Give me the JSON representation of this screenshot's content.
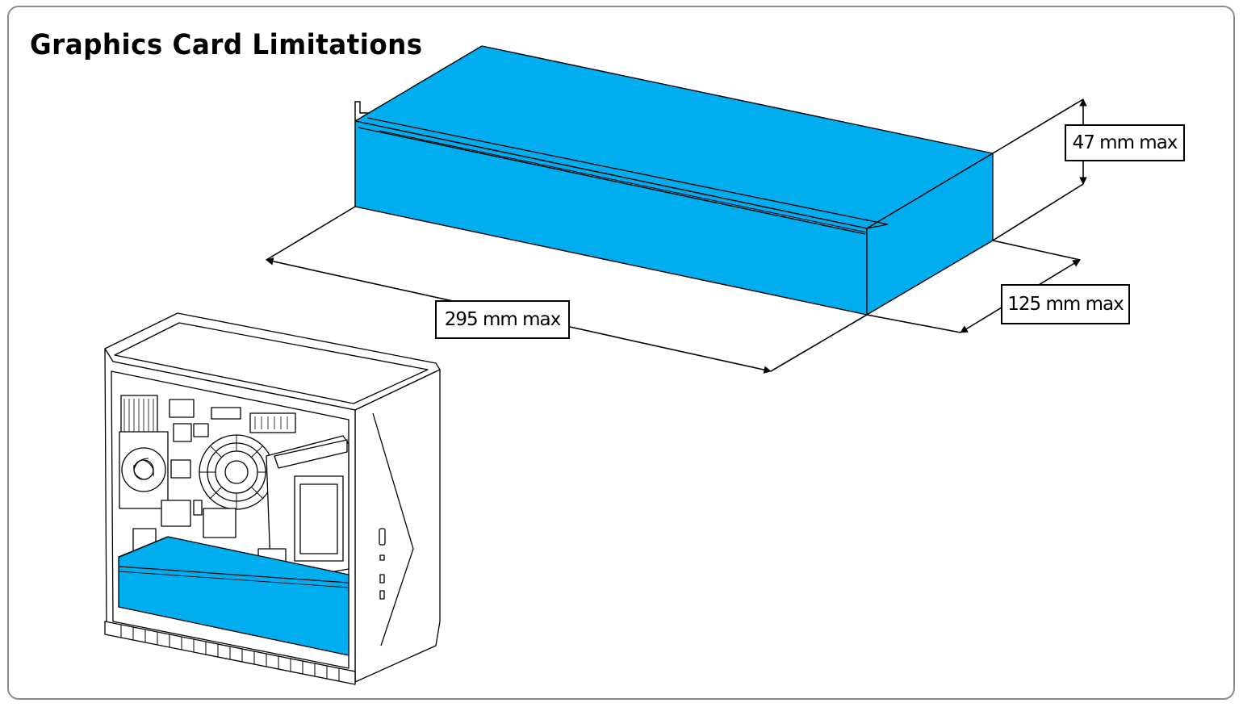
{
  "title": "Graphics Card Limitations",
  "dimensions": {
    "height": "47 mm max",
    "length": "295 mm max",
    "width": "125 mm max"
  },
  "colors": {
    "card_fill": "#00AEEF",
    "line": "#000000",
    "frame_border": "#8C8C8C"
  }
}
